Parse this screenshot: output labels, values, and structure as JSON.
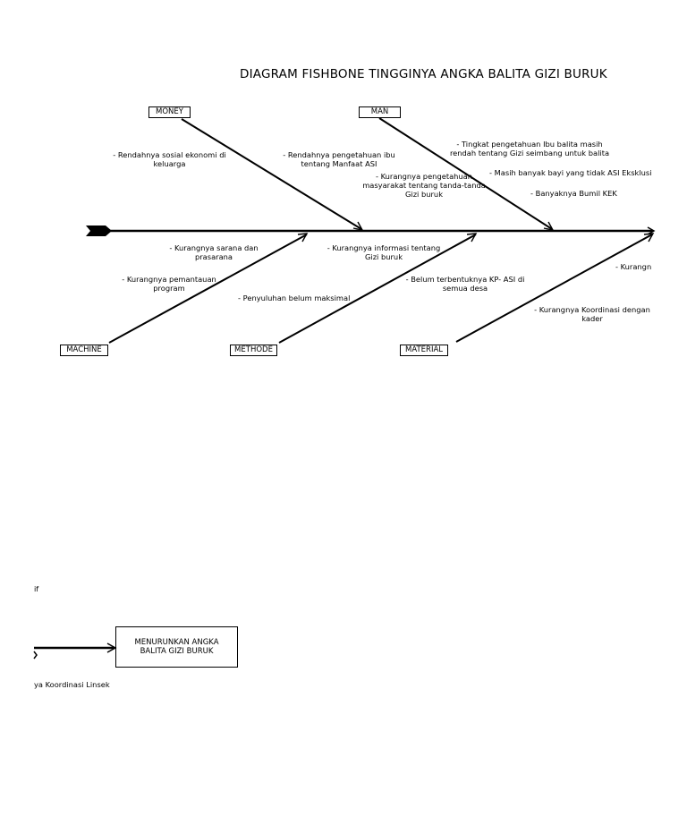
{
  "title": "DIAGRAM FISHBONE TINGGINYA ANGKA BALITA GIZI BURUK",
  "categories": {
    "money": "MONEY",
    "man": "MAN",
    "machine": "MACHINE",
    "methode": "METHODE",
    "material": "MATERIAL"
  },
  "causes": {
    "money_1": "- Rendahnya sosial ekonomi di keluarga",
    "man_1": "- Rendahnya pengetahuan ibu tentang Manfaat ASI",
    "man_2": "- Tingkat pengetahuan Ibu balita masih rendah tentang Gizi seimbang untuk balita",
    "man_3": "- Kurangnya pengetahuan masyarakat tentang tanda-tanda Gizi buruk",
    "man_4": "- Masih banyak bayi yang tidak ASI Eksklusi",
    "man_5": "- Banyaknya Bumil KEK",
    "machine_1": "- Kurangnya sarana dan prasarana",
    "machine_2": "- Kurangnya pemantauan program",
    "methode_1": "- Kurangnya informasi tentang Gizi buruk",
    "methode_2": "- Penyuluhan belum maksimal",
    "methode_3": "- Belum terbentuknya KP- ASI di semua desa",
    "material_1": "- Kurangn",
    "material_2": "- Kurangnya Koordinasi dengan kader"
  },
  "page2": {
    "result": "MENURUNKAN ANGKA BALITA GIZI BURUK",
    "fragment_top": "if",
    "fragment_bottom": "ya Koordinasi Linsek"
  }
}
